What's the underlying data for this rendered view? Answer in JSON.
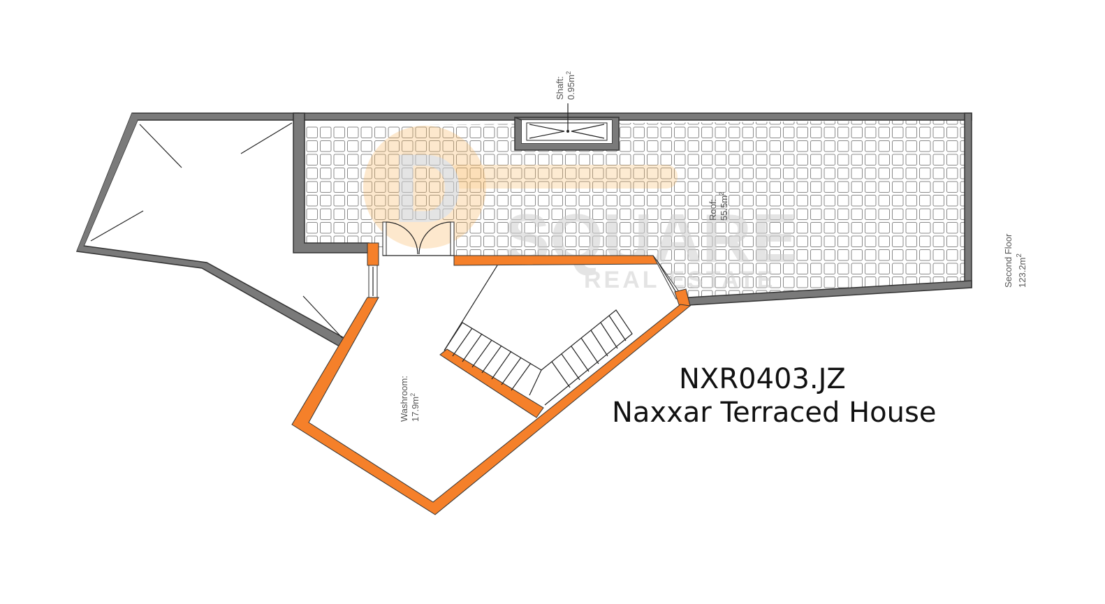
{
  "listing": {
    "reference": "NXR0403.JZ",
    "title": "Naxxar Terraced House"
  },
  "rooms": {
    "shaft": {
      "name": "Shaft:",
      "area": "0.95m",
      "sup": "2"
    },
    "roof": {
      "name": "Roof:",
      "area": "55.5m",
      "sup": "2"
    },
    "washroom": {
      "name": "Washroom:",
      "area": "17.9m",
      "sup": "2"
    },
    "floor": {
      "name": "Second Floor",
      "area": "123.2m",
      "sup": "2"
    }
  },
  "watermark": {
    "letter": "D",
    "word": "SQUARE",
    "tagline": "REAL ESTATE"
  },
  "colors": {
    "wall_existing": "#7a7a7a",
    "wall_new": "#f5802a",
    "tile_line": "#8a8a8a",
    "watermark_orange": "#f7b55a"
  }
}
